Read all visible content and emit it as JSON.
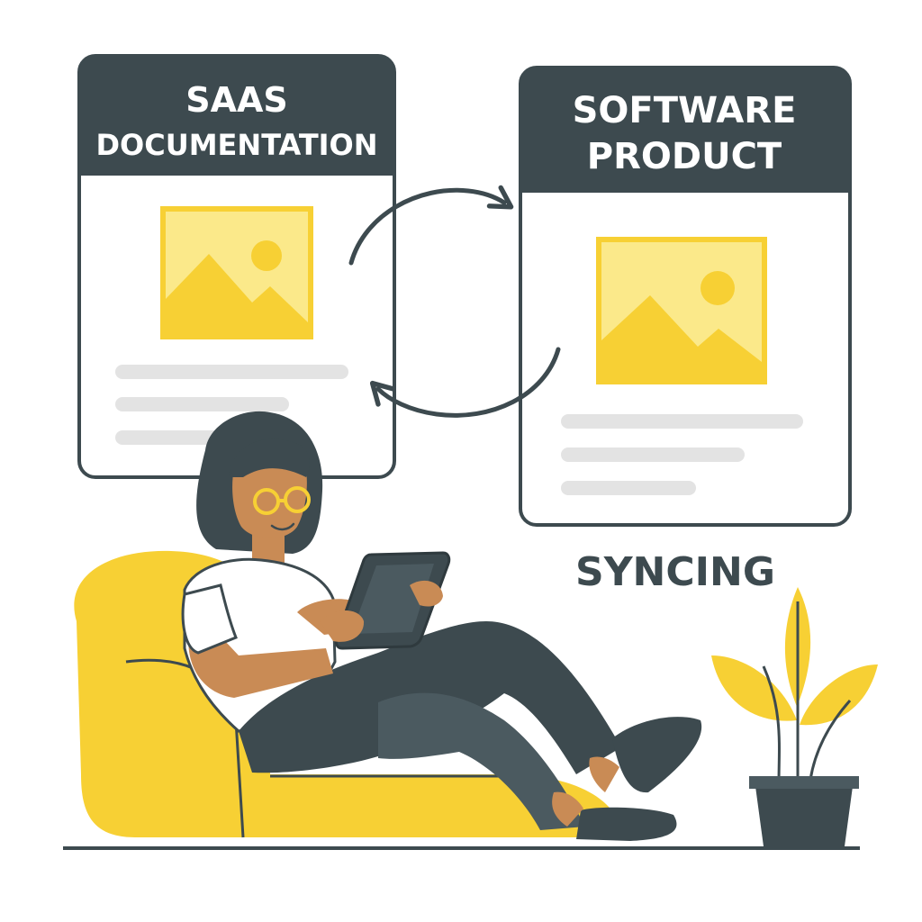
{
  "cards": {
    "documentation": {
      "title_line1": "SAAS",
      "title_line2": "DOCUMENTATION"
    },
    "product": {
      "title_line1": "SOFTWARE",
      "title_line2": "PRODUCT"
    }
  },
  "caption": "SYNCING",
  "colors": {
    "dark": "#3d4a4f",
    "yellow": "#f7d034",
    "light_yellow": "#fbe98a",
    "skin": "#c98b55",
    "text_line": "#e3e3e3",
    "white": "#ffffff"
  },
  "icons": [
    "image-placeholder-icon",
    "sync-arrow-icon",
    "tablet-icon",
    "plant-icon"
  ]
}
